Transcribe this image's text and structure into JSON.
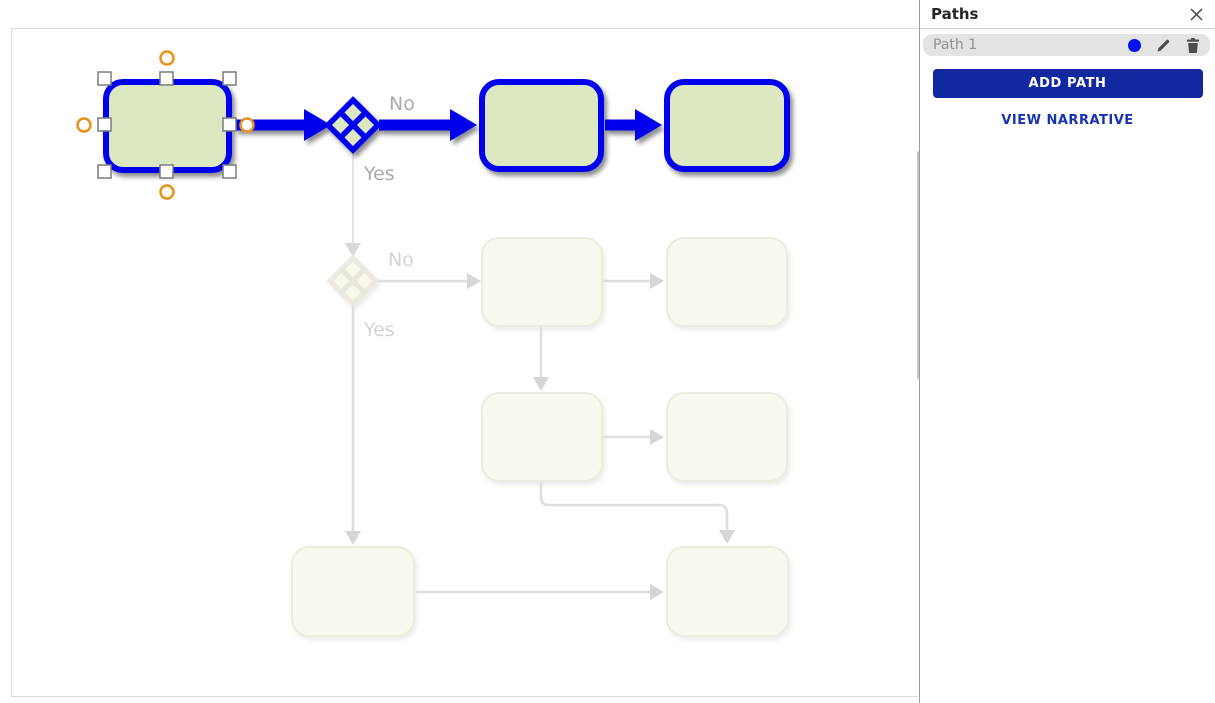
{
  "canvas": {
    "diagram": {
      "active_path": {
        "decision_no_label": "No",
        "decision_yes_label": "Yes",
        "task_count": 3,
        "gateway_count": 1
      },
      "faded_path": {
        "decision_no_label": "No",
        "decision_yes_label": "Yes",
        "task_count": 6,
        "gateway_count": 1
      }
    },
    "colors": {
      "active_stroke": "#0000ee",
      "active_fill": "#dce8c1",
      "faded_fill": "#f8f8ee",
      "faded_stroke": "#ebebdf",
      "connector_faded": "#dedede",
      "selection_handle_border": "#7a7a7a",
      "connection_point_orange": "#e8911c",
      "label_gray": "#ababab",
      "label_gray_faded": "#d4d4d4"
    }
  },
  "panel": {
    "title": "Paths",
    "paths": [
      {
        "name": "Path 1",
        "color": "#0013ee"
      }
    ],
    "add_path_label": "ADD PATH",
    "view_narrative_label": "VIEW NARRATIVE",
    "button_color": "#1228a0",
    "link_color": "#1733b5"
  }
}
